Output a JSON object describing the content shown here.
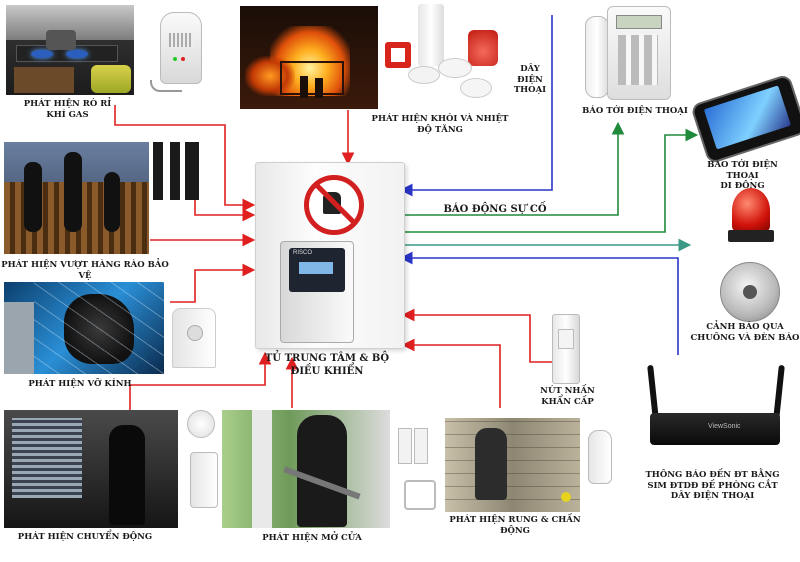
{
  "labels": {
    "gas": "PHÁT HIỆN RÒ RỈ\nKHÍ GAS",
    "smoke_heat": "PHÁT HIỆN KHÓI VÀ NHIỆT\nĐỘ TĂNG",
    "phone_line": "DÂY\nĐIỆN\nTHOẠI",
    "report_phone": "BÁO TỚI ĐIỆN THOẠI",
    "report_mobile": "BÁO TỚI ĐIỆN THOẠI\nDI ĐỘNG",
    "alarm_incident": "BÁO ĐỘNG SỰ CỐ",
    "fence": "PHÁT HIỆN VƯỢT HÀNG RÀO BẢO VỆ",
    "glass_break": "PHÁT HIỆN VỠ KÍNH",
    "siren_bell": "CẢNH BÁO QUA\nCHUÔNG VÀ ĐÈN BÁO",
    "control_panel": "TỦ TRUNG TÂM & BỘ\nĐIỀU KHIỂN",
    "panic_button": "NÚT NHẤN\nKHẨN CẤP",
    "gsm_notify": "THÔNG BÁO ĐẾN ĐT BẰNG\nSIM ĐTDĐ ĐỀ PHÒNG CẮT\nDÂY ĐIỆN THOẠI",
    "motion": "PHÁT HIỆN CHUYỂN ĐỘNG",
    "door_open": "PHÁT HIỆN MỞ CỬA",
    "vibration": "PHÁT HIỆN RUNG & CHẤN\nĐỘNG"
  },
  "device": {
    "panel_brand": "RISCO",
    "gateway_brand": "ViewSonic"
  },
  "colors": {
    "input_arrow": "#e02020",
    "output_green": "#1f8a3a",
    "output_blue": "#2a35c8",
    "output_teal": "#3a9a86"
  }
}
